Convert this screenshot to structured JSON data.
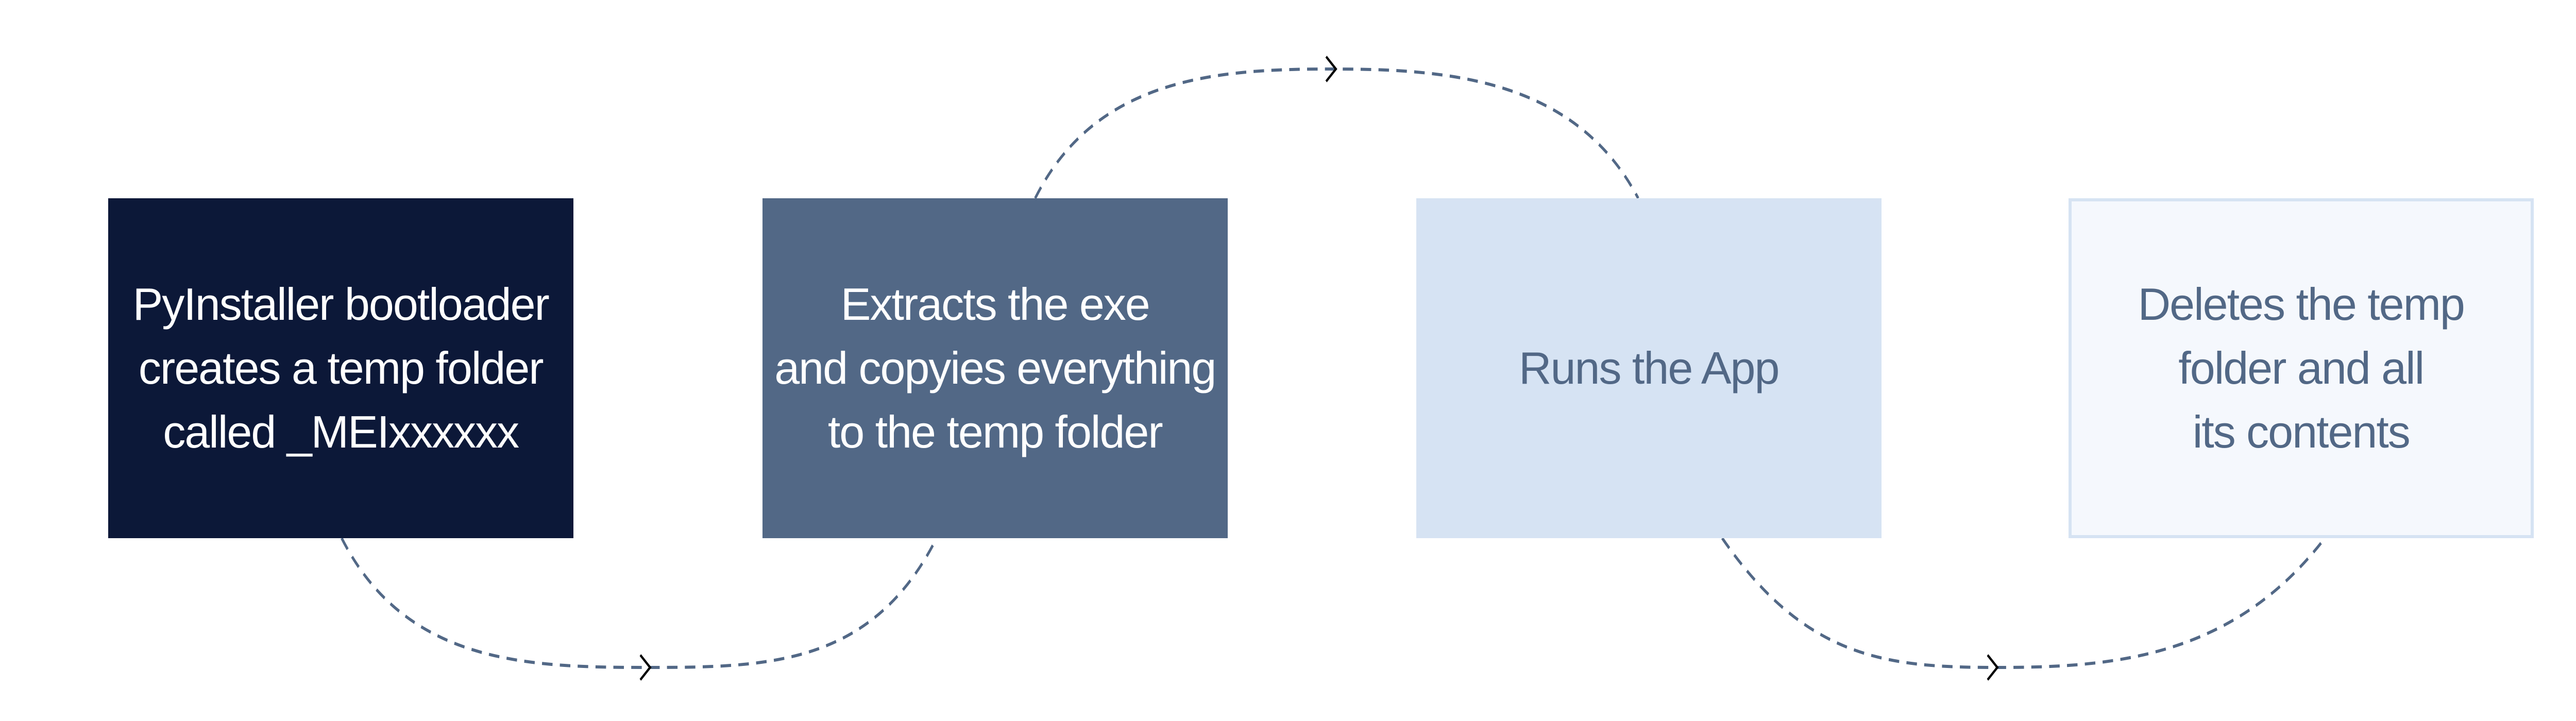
{
  "steps": [
    {
      "text": "PyInstaller bootloader\ncreates a temp folder\ncalled _MEIxxxxxx",
      "fill": "#0c1838",
      "text_color": "#ffffff"
    },
    {
      "text": "Extracts the exe\nand copyies everything\nto the temp folder",
      "fill": "#526886",
      "text_color": "#ffffff"
    },
    {
      "text": "Runs the App",
      "fill": "#d6e3f3",
      "text_color": "#526886"
    },
    {
      "text": "Deletes the temp\nfolder and all\nits contents",
      "fill": "#f5f8fd",
      "text_color": "#526886",
      "border": "#d6e3f3"
    }
  ],
  "connectors": {
    "style": "dashed",
    "color": "#526886",
    "arrow_color": "#000000",
    "arrow_icon": "chevron-right-icon"
  }
}
